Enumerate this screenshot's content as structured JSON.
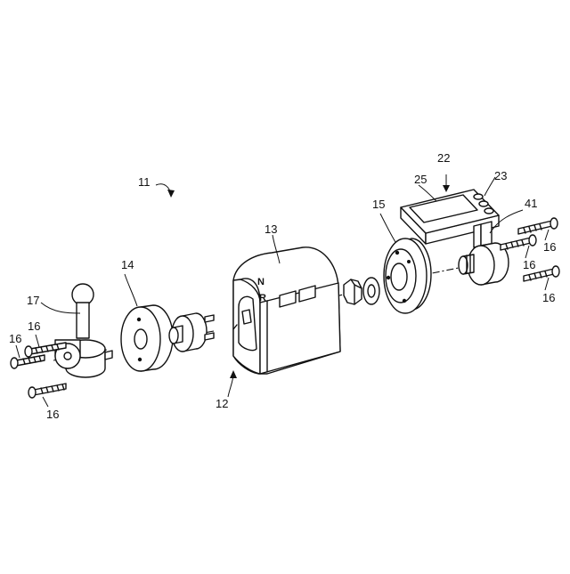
{
  "figure": {
    "labels": {
      "l11": "11",
      "l12": "12",
      "l13": "13",
      "l14": "14",
      "l15": "15",
      "l16a": "16",
      "l16b": "16",
      "l16c": "16",
      "l16d": "16",
      "l16e": "16",
      "l16f": "16",
      "l17": "17",
      "l22": "22",
      "l23": "23",
      "l25": "25",
      "l41": "41"
    },
    "housing_letters": {
      "n": "N",
      "r": "R"
    }
  }
}
